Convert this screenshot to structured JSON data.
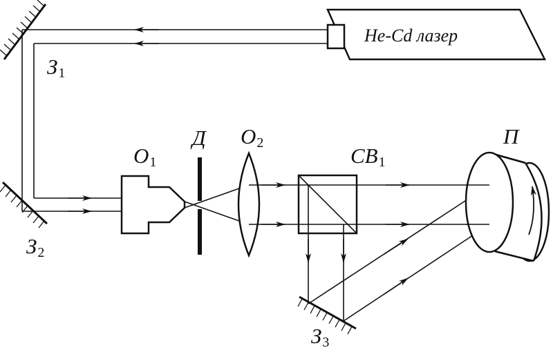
{
  "laser": {
    "label": "He-Cd лазер"
  },
  "mirrors": [
    {
      "letter": "З",
      "index": "1"
    },
    {
      "letter": "З",
      "index": "2"
    },
    {
      "letter": "З",
      "index": "3"
    }
  ],
  "objective1": {
    "letter": "О",
    "index": "1"
  },
  "diaphragm": {
    "letter": "Д"
  },
  "objective2": {
    "letter": "О",
    "index": "2"
  },
  "beam_splitter": {
    "letter": "СВ",
    "index": "1"
  },
  "plate": {
    "letter": "П"
  },
  "colors": {
    "ink": "#111111",
    "background": "#ffffff"
  }
}
